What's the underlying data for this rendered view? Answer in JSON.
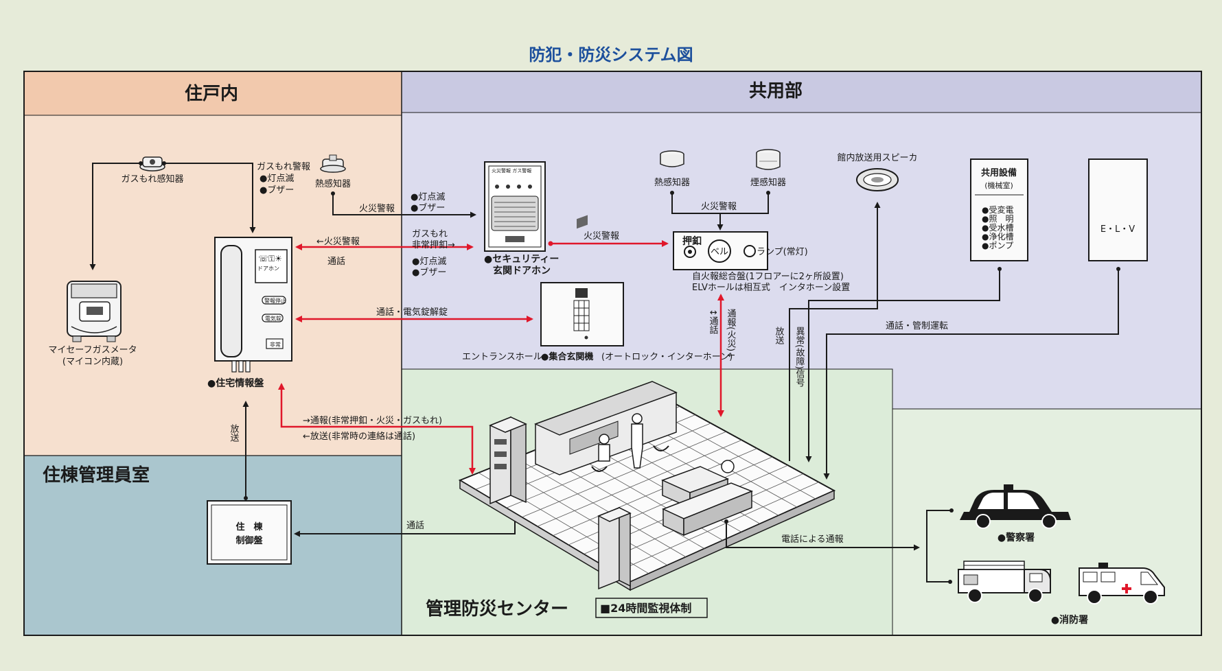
{
  "diagram": {
    "title": "防犯・防災システム図",
    "sections": {
      "unit_interior": "住戸内",
      "common_area": "共用部",
      "manager_room": "住棟管理員室",
      "disaster_center": "管理防災センター",
      "monitoring": "■24時間監視体制"
    },
    "devices": {
      "gas_leak_sensor": "ガスもれ感知器",
      "gas_leak_alarm": "ガスもれ警報",
      "lamp_blink": "●灯点滅",
      "buzzer": "●ブザー",
      "heat_sensor": "熱感知器",
      "gas_meter_1": "マイセーフガスメータ",
      "gas_meter_2": "(マイコン内蔵)",
      "home_panel": "●住宅情報盤",
      "fire_alarm": "火災警報",
      "fire_alarm_left": "←火災警報",
      "call": "通話",
      "gas_leak_emergency_1": "ガスもれ",
      "gas_leak_emergency_2": "非常押釦→",
      "security_intercom_1": "●セキュリティー",
      "security_intercom_2": "玄関ドアホン",
      "heat_sensor_common": "熱感知器",
      "smoke_sensor": "煙感知器",
      "push_button": "押釦",
      "bell": "ベル",
      "lamp": "ランプ(常灯)",
      "fire_panel_1": "自火報総合盤(1フロアーに2ヶ所設置)",
      "fire_panel_2": "ELVホールは相互式　インタホーン設置",
      "speaker": "館内放送用スピーカ",
      "shared_equipment_1": "共用設備",
      "shared_equipment_2": "(機械室)",
      "equip_items": [
        "●受変電",
        "●照　明",
        "●受水槽",
        "●浄化槽",
        "●ポンプ"
      ],
      "elv": "E・L・V",
      "call_unlock": "通話・電気錠解錠",
      "entrance_hall": "エントランスホール",
      "entrance_unit_bold": "●集合玄関機",
      "entrance_unit_rest": "(オートロック・インターホーン)",
      "call_control": "通話・管制運転",
      "broadcast": "放送",
      "vert_call": "↕通話",
      "vert_report_fire": "通報(火災)↓",
      "vert_fault_signal": "異常(故障)信号",
      "report_line": "→通報(非常押釦・火災・ガスもれ)",
      "broadcast_line": "←放送(非常時の連絡は通話)",
      "building_panel_1": "住　棟",
      "building_panel_2": "制御盤",
      "phone_report": "電話による通報",
      "police": "●警察署",
      "fire_dept": "●消防署",
      "intercom_stop": "警報停止",
      "intercom_lock": "電気錠",
      "intercom_emerg": "非常",
      "intercom_door": "ドアホン",
      "door_panel_top": "火災警報 ガス警報"
    }
  },
  "colors": {
    "unit_bg": "#f6e0cf",
    "unit_header": "#f2c9ad",
    "common_bg": "#dcdcee",
    "common_header": "#c9c9e2",
    "manager_bg": "#aac6ce",
    "center_bg": "#dcecd9",
    "alert_red": "#e0172a",
    "title_blue": "#1c4f9c"
  },
  "icons": [
    "smoke-detector-icon",
    "speaker-icon",
    "police-car-icon",
    "fire-truck-icon",
    "ambulance-icon",
    "intercom-icon",
    "gas-meter-icon"
  ]
}
